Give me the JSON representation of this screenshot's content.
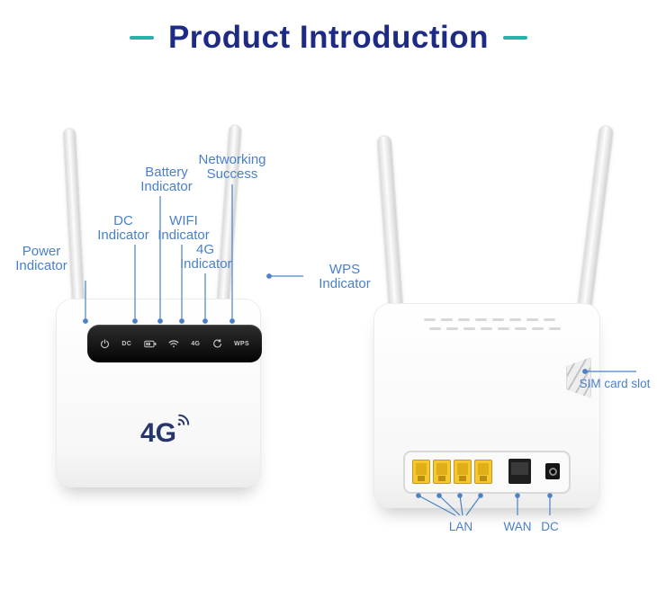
{
  "title": {
    "text": "Product Introduction"
  },
  "colors": {
    "title_blue": "#1d2b84",
    "accent_teal": "#26b3ab",
    "callout_blue": "#4a80c8",
    "lan_port_yellow": "#f6c82e"
  },
  "front_device": {
    "logo_text": "4G",
    "panel_icons": [
      {
        "name": "power-icon",
        "glyph": "power"
      },
      {
        "name": "dc-text-icon",
        "text": "DC"
      },
      {
        "name": "battery-icon",
        "glyph": "battery"
      },
      {
        "name": "wifi-icon",
        "glyph": "wifi"
      },
      {
        "name": "fourg-text-icon",
        "text": "4G"
      },
      {
        "name": "sync-icon",
        "glyph": "sync"
      },
      {
        "name": "wps-text-icon",
        "text": "WPS"
      }
    ]
  },
  "callouts": {
    "power": [
      "Power",
      "Indicator"
    ],
    "dc": [
      "DC",
      "Indicator"
    ],
    "battery": [
      "Battery",
      "Indicator"
    ],
    "wifi": [
      "WIFI",
      "Indicator"
    ],
    "fourg": [
      "4G",
      "Indicator"
    ],
    "networking": [
      "Networking",
      "Success"
    ],
    "wps": [
      "WPS",
      "Indicator"
    ],
    "sim": "SIM card slot",
    "lan": "LAN",
    "wan": "WAN",
    "dc_jack": "DC"
  }
}
